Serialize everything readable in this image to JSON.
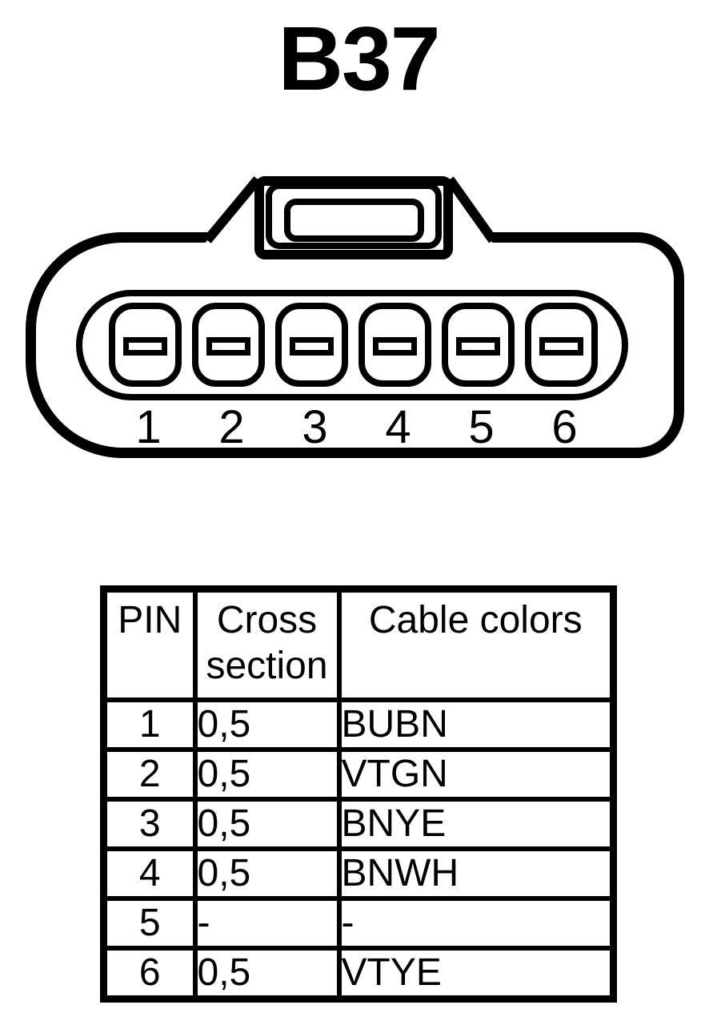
{
  "title": "B37",
  "connector": {
    "pin_labels": [
      "1",
      "2",
      "3",
      "4",
      "5",
      "6"
    ]
  },
  "table": {
    "headers": {
      "pin": "PIN",
      "cross_section": "Cross section",
      "cable_colors": "Cable colors"
    },
    "rows": [
      {
        "pin": "1",
        "cross_section": "0,5",
        "cable_colors": "BUBN"
      },
      {
        "pin": "2",
        "cross_section": "0,5",
        "cable_colors": "VTGN"
      },
      {
        "pin": "3",
        "cross_section": "0,5",
        "cable_colors": "BNYE"
      },
      {
        "pin": "4",
        "cross_section": "0,5",
        "cable_colors": "BNWH"
      },
      {
        "pin": "5",
        "cross_section": "-",
        "cable_colors": "-"
      },
      {
        "pin": "6",
        "cross_section": "0,5",
        "cable_colors": "VTYE"
      }
    ]
  },
  "colors": {
    "ink": "#000000",
    "paper": "#ffffff"
  }
}
